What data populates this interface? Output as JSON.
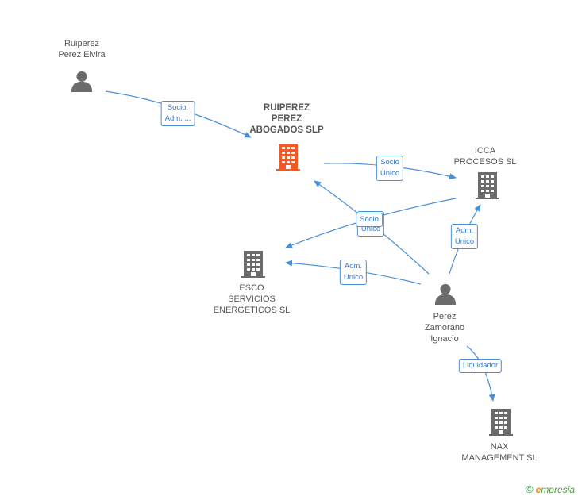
{
  "colors": {
    "edge": "#4a90d9",
    "person_icon": "#6b6b6b",
    "company_icon": "#6b6b6b",
    "focus_company_icon": "#f05a28"
  },
  "nodes": {
    "ruiperez_perez_elvira": {
      "label": "Ruiperez\nPerez Elvira",
      "icon": "person-icon"
    },
    "ruiperez_perez_abogados": {
      "label": "RUIPEREZ\nPEREZ\nABOGADOS SLP",
      "icon": "building-icon"
    },
    "icca_procesos": {
      "label": "ICCA\nPROCESOS  SL",
      "icon": "building-icon"
    },
    "esco_servicios": {
      "label": "ESCO\nSERVICIOS\nENERGETICOS SL",
      "icon": "building-icon"
    },
    "perez_zamorano": {
      "label": "Perez\nZamorano\nIgnacio",
      "icon": "person-icon"
    },
    "nax_management": {
      "label": "NAX\nMANAGEMENT SL",
      "icon": "building-icon"
    }
  },
  "edges": {
    "elvira_to_abogados": "Socio,\nAdm. ...",
    "abogados_to_icca": "Socio\nÚnico",
    "icca_to_esco": "Socio\nÚnico",
    "ignacio_to_abogados": "Socio",
    "ignacio_to_icca": "Adm.\nUnico",
    "ignacio_to_esco": "Adm.\nUnico",
    "ignacio_to_nax": "Liquidador"
  },
  "brand": {
    "copyright": "©",
    "first_letter": "e",
    "rest": "mpresia"
  }
}
